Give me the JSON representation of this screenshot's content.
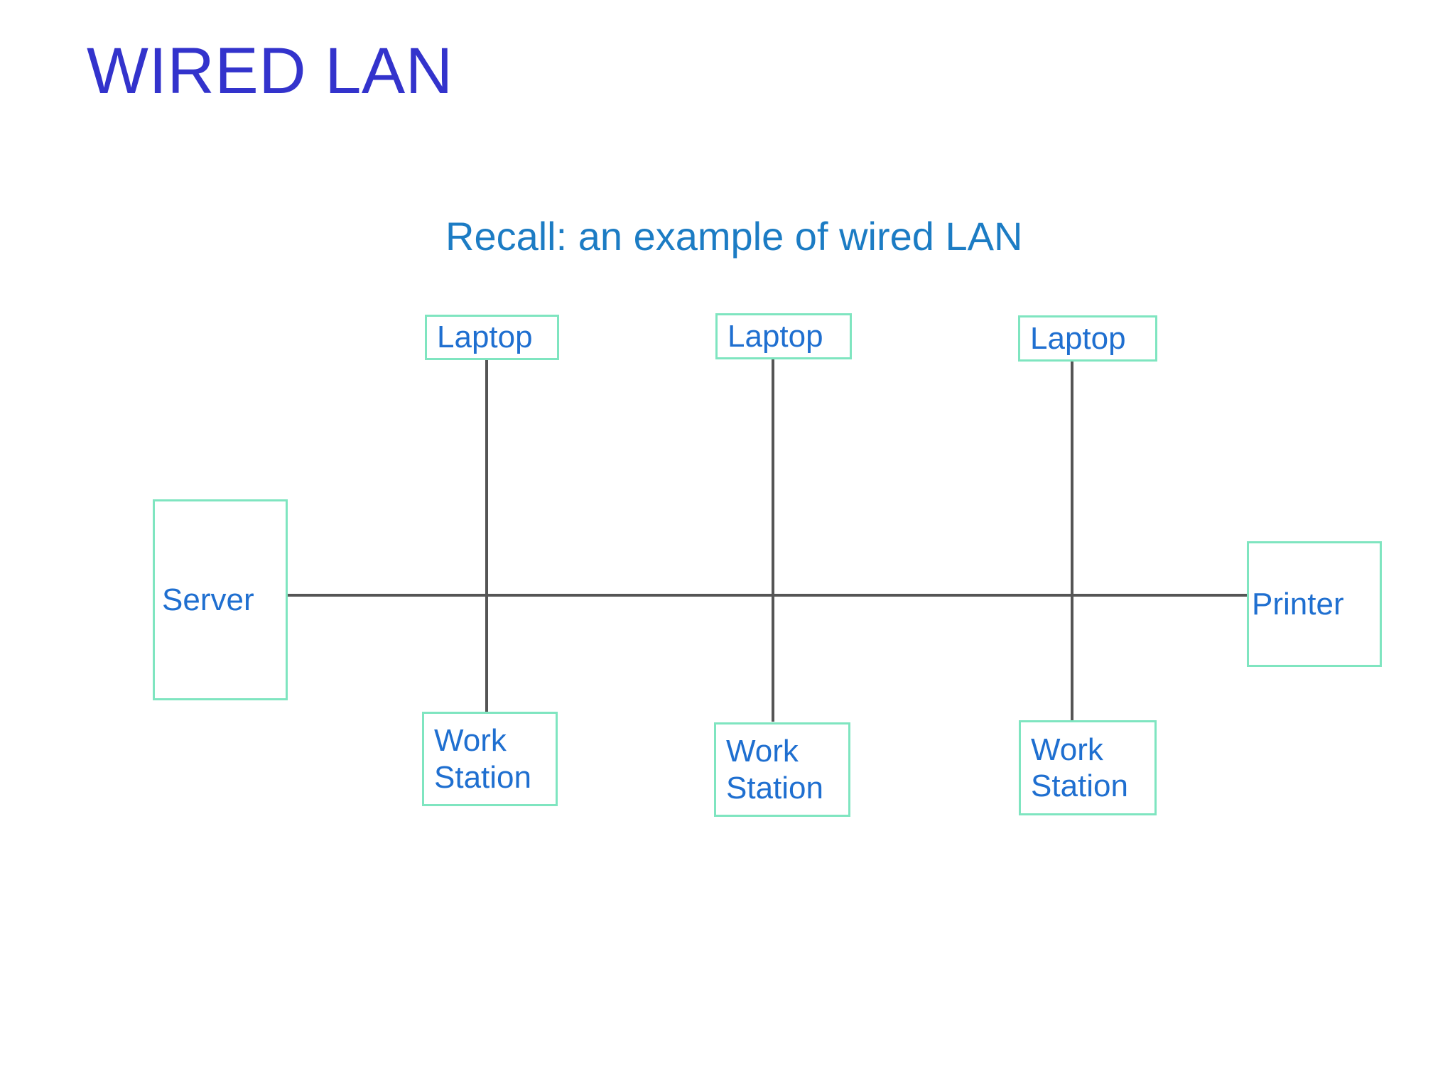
{
  "slide": {
    "title": "WIRED LAN",
    "caption": "Recall: an example of wired LAN",
    "title_color": "#3333CC",
    "caption_color": "#1C7CC4",
    "background_color": "#FFFFFF"
  },
  "diagram": {
    "type": "bus-network-topology",
    "node_border_color": "#7FE5C0",
    "node_text_color": "#1F6FD0",
    "wire_color": "#555555",
    "nodes": [
      {
        "id": "server",
        "label": "Server",
        "role": "server"
      },
      {
        "id": "laptop-1",
        "label": "Laptop",
        "role": "client"
      },
      {
        "id": "laptop-2",
        "label": "Laptop",
        "role": "client"
      },
      {
        "id": "laptop-3",
        "label": "Laptop",
        "role": "client"
      },
      {
        "id": "workstation-1",
        "label": "Work\nStation",
        "role": "client"
      },
      {
        "id": "workstation-2",
        "label": "Work\nStation",
        "role": "client"
      },
      {
        "id": "workstation-3",
        "label": "Work\nStation",
        "role": "client"
      },
      {
        "id": "printer",
        "label": "Printer",
        "role": "peripheral"
      }
    ],
    "links": [
      {
        "from": "server",
        "to": "printer",
        "kind": "bus-backbone"
      },
      {
        "from": "laptop-1",
        "to": "workstation-1",
        "kind": "drop-line"
      },
      {
        "from": "laptop-2",
        "to": "workstation-2",
        "kind": "drop-line"
      },
      {
        "from": "laptop-3",
        "to": "workstation-3",
        "kind": "drop-line"
      }
    ]
  }
}
